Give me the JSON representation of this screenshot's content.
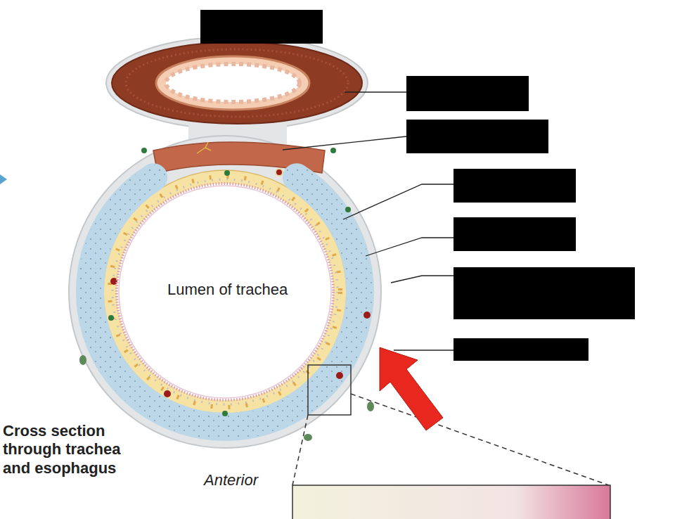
{
  "diagram": {
    "labels": [
      "Lumen of trachea",
      "Cross section through trachea and esophagus",
      "Anterior"
    ]
  }
}
